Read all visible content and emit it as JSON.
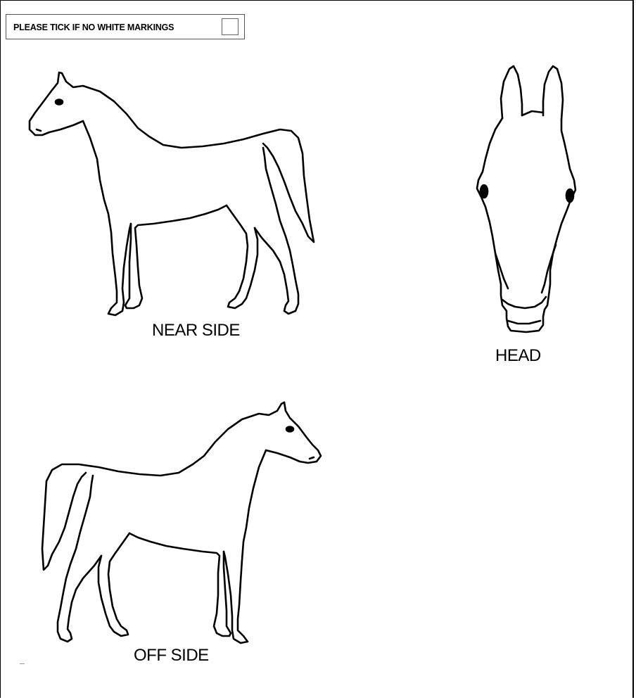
{
  "form": {
    "tick_label": "PLEASE TICK IF NO WHITE MARKINGS",
    "tick_checked": false
  },
  "diagrams": {
    "near_side": "NEAR SIDE",
    "head": "HEAD",
    "off_side": "OFF SIDE"
  },
  "icons": [
    "horse-near-side-outline",
    "horse-head-front-outline",
    "horse-off-side-outline",
    "checkbox"
  ]
}
